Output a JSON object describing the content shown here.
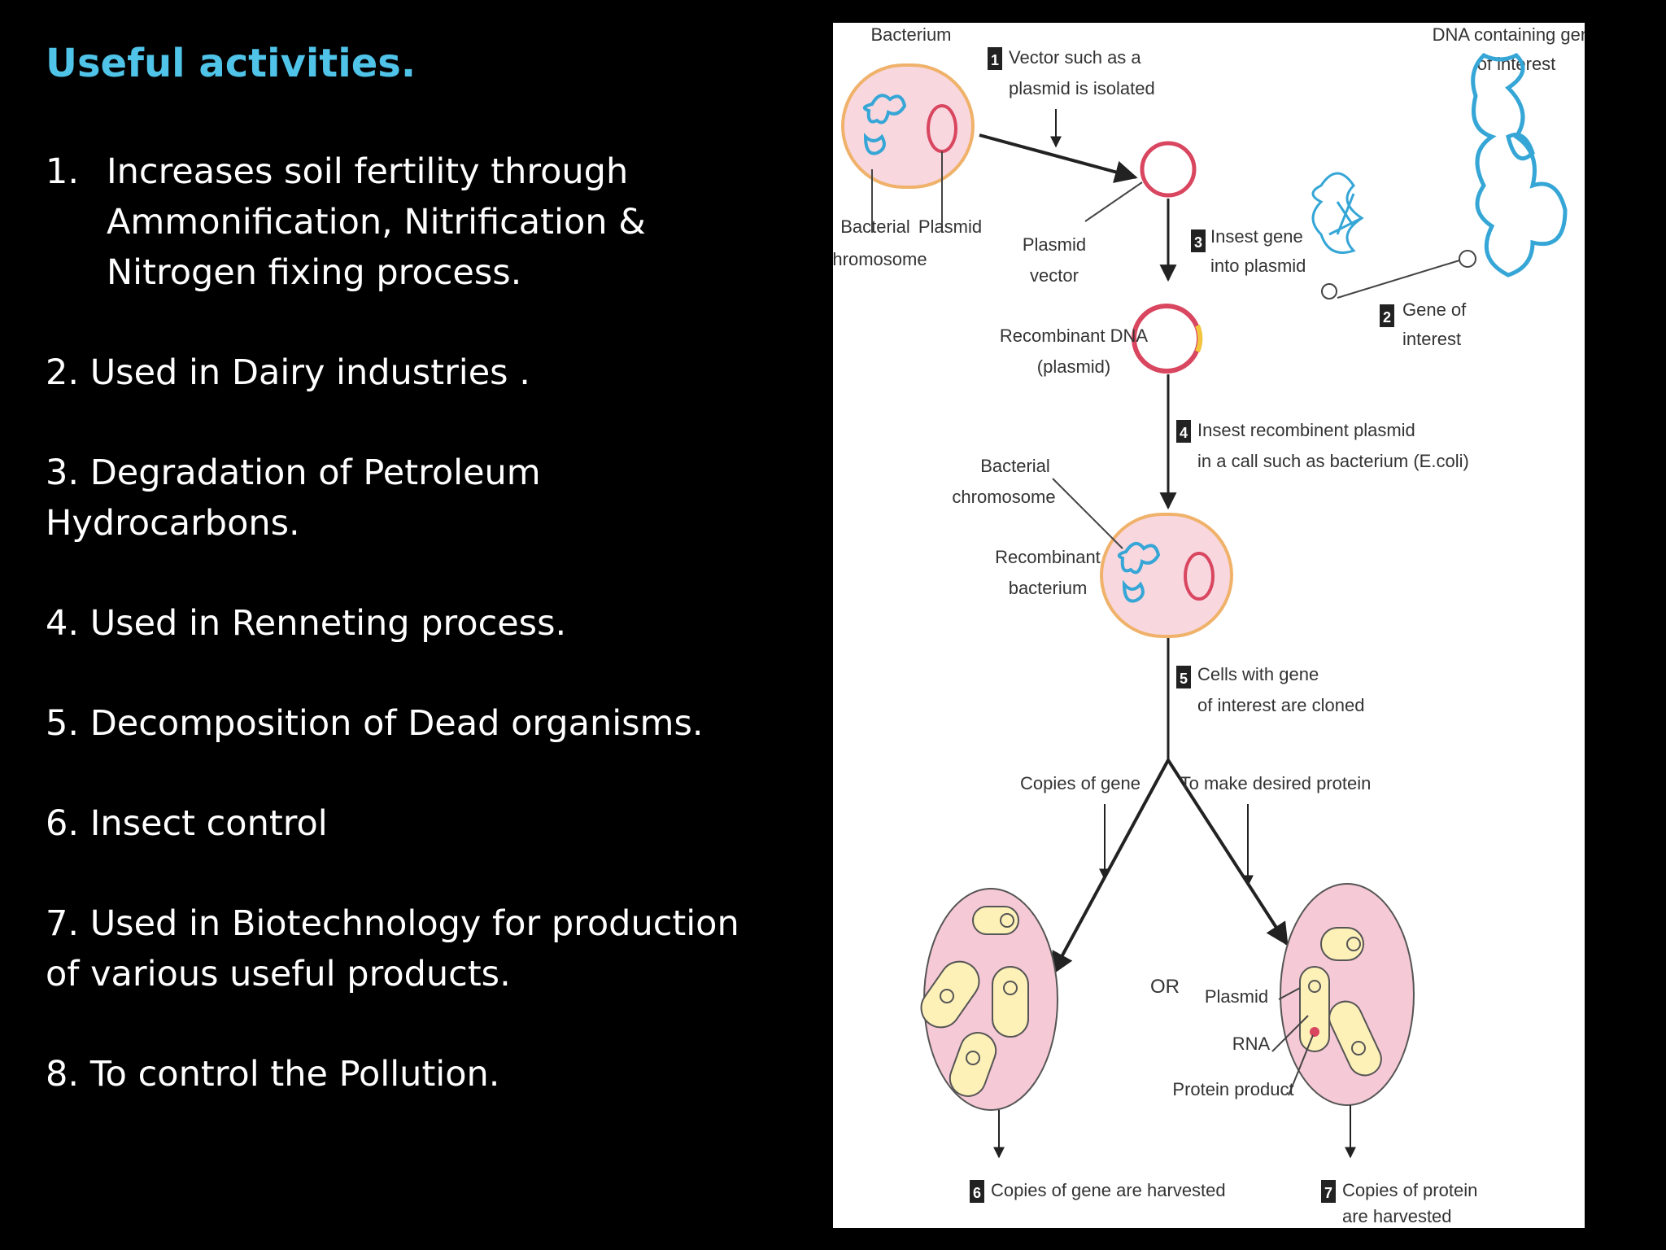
{
  "slide": {
    "title": "Useful activities.",
    "items": [
      {
        "num": "1.",
        "text": "Increases soil fertility through Ammonification, Nitrification  & Nitrogen fixing process."
      },
      {
        "num": "",
        "text": "2. Used in Dairy industries ."
      },
      {
        "num": "",
        "text": "3. Degradation of  Petroleum Hydrocarbons."
      },
      {
        "num": "",
        "text": "4. Used in Renneting process."
      },
      {
        "num": "",
        "text": "5. Decomposition of  Dead organisms."
      },
      {
        "num": "",
        "text": "6. Insect control"
      },
      {
        "num": "",
        "text": "7. Used in Biotechnology for production of various   useful products."
      },
      {
        "num": "",
        "text": "8. To control the Pollution."
      }
    ]
  },
  "diagram": {
    "labels": {
      "bacterium": "Bacterium",
      "bacterial_chromosome_1": "Bacterial",
      "bacterial_chromosome_2": "chromosome",
      "plasmid": "Plasmid",
      "dna_gene_1": "DNA containing gene",
      "dna_gene_2": "of interest",
      "plasmid_vector_1": "Plasmid",
      "plasmid_vector_2": "vector",
      "recombinant_dna_1": "Recombinant DNA",
      "recombinant_dna_2": "(plasmid)",
      "bact_chrom2_1": "Bacterial",
      "bact_chrom2_2": "chromosome",
      "recomb_bact_1": "Recombinant",
      "recomb_bact_2": "bacterium",
      "copies_of_gene": "Copies of gene",
      "make_protein": "To make desired protein",
      "or": "OR",
      "plasmid2": "Plasmid",
      "rna": "RNA",
      "protein_product": "Protein product"
    },
    "steps": [
      {
        "num": "1",
        "line1": "Vector such as a",
        "line2": "plasmid is isolated"
      },
      {
        "num": "2",
        "line1": "Gene of",
        "line2": "interest"
      },
      {
        "num": "3",
        "line1": "Insest gene",
        "line2": "into plasmid"
      },
      {
        "num": "4",
        "line1": "Insest recombinent plasmid",
        "line2": "in a call such as bacterium (E.coli)"
      },
      {
        "num": "5",
        "line1": "Cells with gene",
        "line2": "of interest are cloned"
      },
      {
        "num": "6",
        "line1": "Copies of gene are harvested",
        "line2": ""
      },
      {
        "num": "7",
        "line1": "Copies of protein",
        "line2": "are harvested"
      }
    ],
    "colors": {
      "cell_fill": "#f8d7df",
      "cell_border": "#f0b26a",
      "plasmid_red": "#d9465f",
      "dna_blue": "#35a6d6",
      "gene_yellow": "#f2c53d",
      "flask_fill": "#f6c9d6",
      "cell_yellow": "#fdf1b8"
    }
  }
}
